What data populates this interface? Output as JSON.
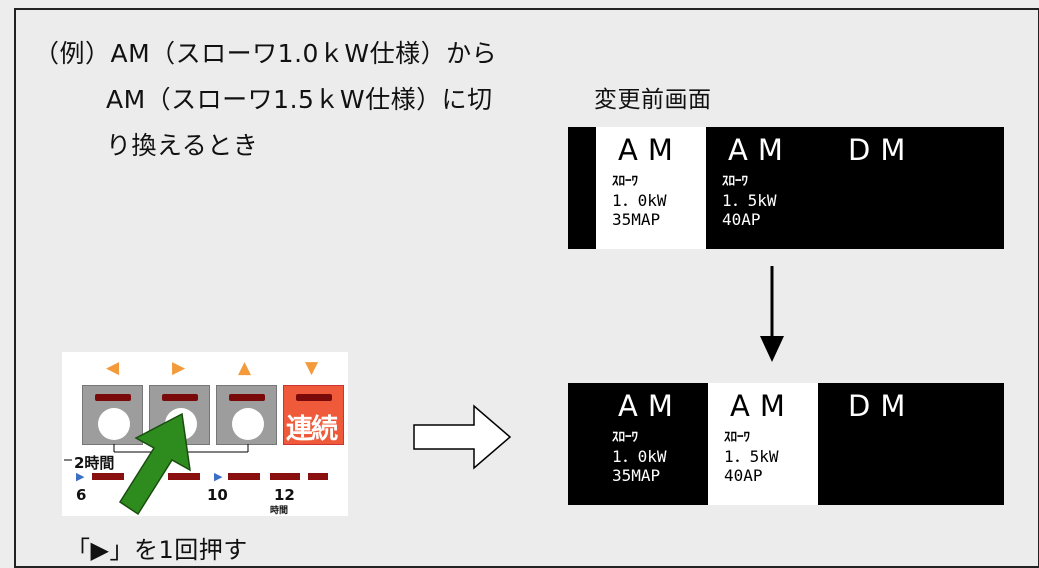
{
  "heading": {
    "line1": "（例）AM（スローワ1.0ｋW仕様）から",
    "line2": "AM（スローワ1.5ｋW仕様）に切",
    "line3": "り換えるとき"
  },
  "before_label": "変更前画面",
  "before_screen": {
    "cells": [
      {
        "mode": "AM",
        "spec1": "ｽﾛｰﾜ",
        "spec2": "1．0kW",
        "spec3": "35MAP",
        "selected": true
      },
      {
        "mode": "AM",
        "spec1": "ｽﾛｰﾜ",
        "spec2": "1．5kW",
        "spec3": "40AP",
        "selected": false
      },
      {
        "mode": "DM",
        "spec1": "",
        "spec2": "",
        "spec3": "",
        "selected": false
      }
    ]
  },
  "after_screen": {
    "cells": [
      {
        "mode": "AM",
        "spec1": "ｽﾛｰﾜ",
        "spec2": "1．0kW",
        "spec3": "35MAP",
        "selected": false
      },
      {
        "mode": "AM",
        "spec1": "ｽﾛｰﾜ",
        "spec2": "1．5kW",
        "spec3": "40AP",
        "selected": true
      },
      {
        "mode": "DM",
        "spec1": "",
        "spec2": "",
        "spec3": "",
        "selected": false
      }
    ]
  },
  "control_panel": {
    "arrows": [
      "◀",
      "▶",
      "▲",
      "▼"
    ],
    "continuous_label": "連続",
    "timer_label": "2時間",
    "scale_6": "6",
    "scale_10": "10",
    "scale_12": "12",
    "scale_unit": "時間"
  },
  "instruction": "「▶」を1回押す",
  "colors": {
    "arrow_orange": "#f39a3a",
    "continuous_red": "#ef5a3a",
    "pointer_green": "#2e8b1e"
  }
}
